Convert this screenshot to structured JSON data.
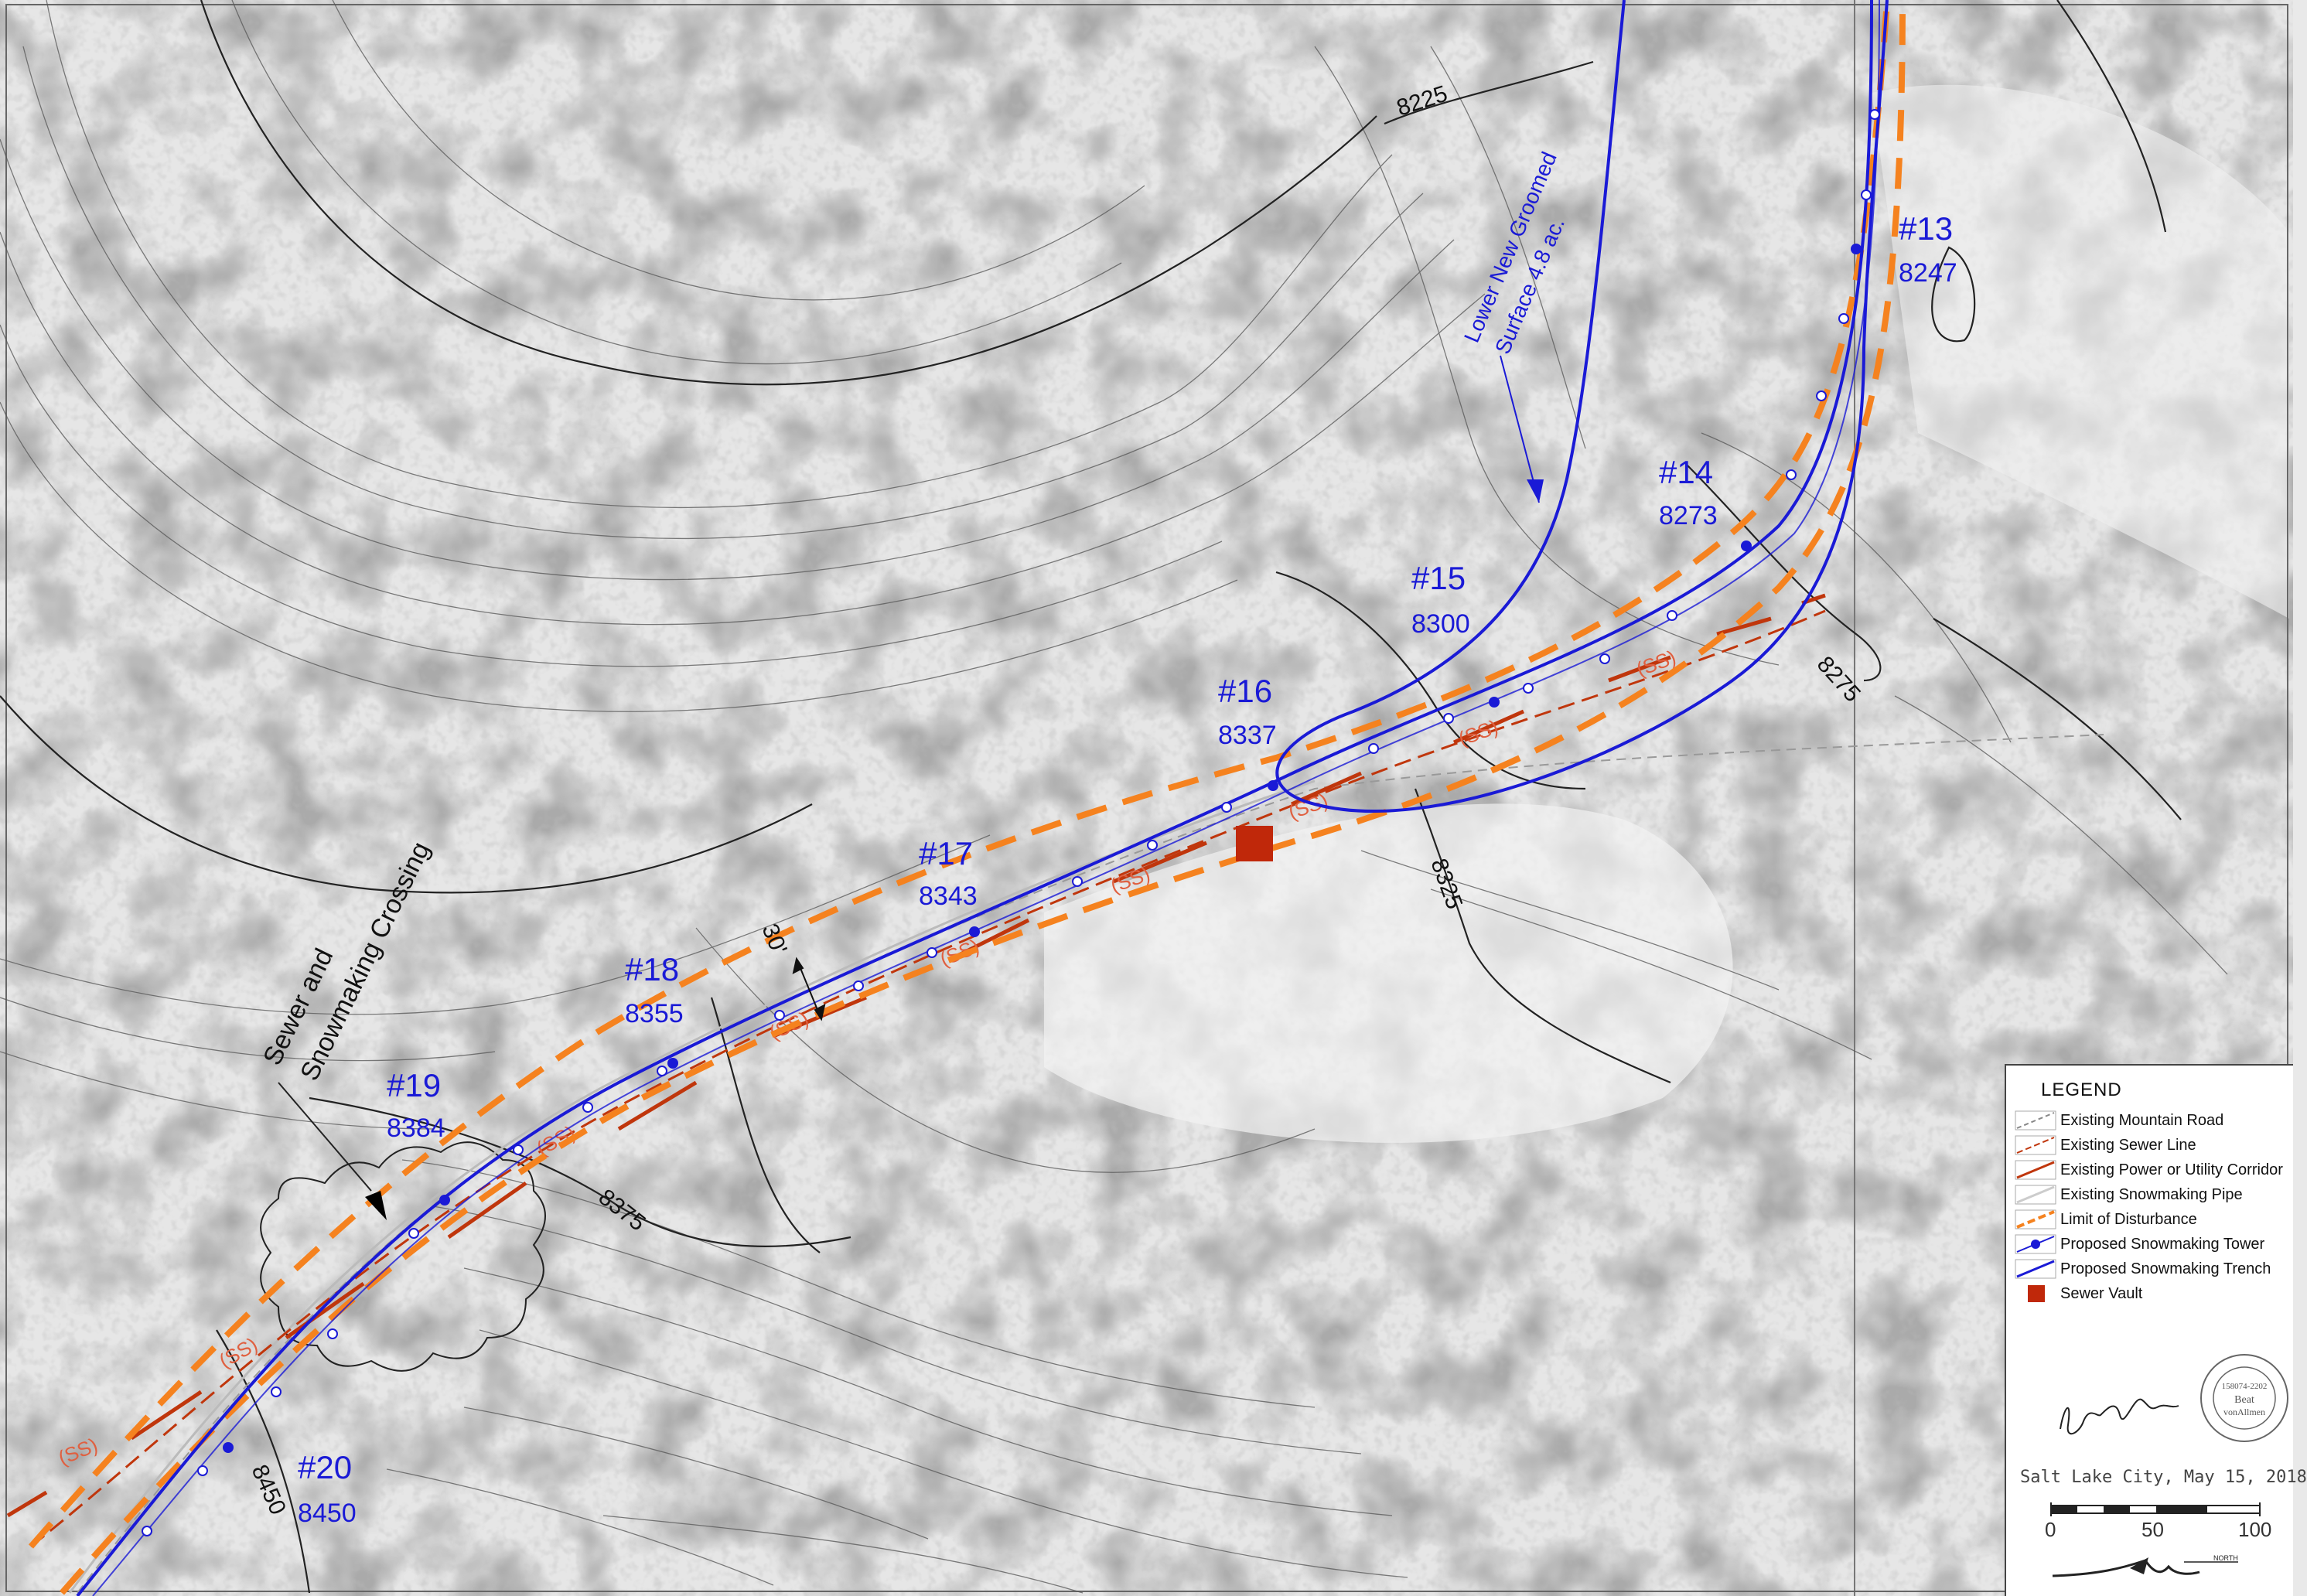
{
  "towers": [
    {
      "id": "#13",
      "elev": "8247"
    },
    {
      "id": "#14",
      "elev": "8273"
    },
    {
      "id": "#15",
      "elev": "8300"
    },
    {
      "id": "#16",
      "elev": "8337"
    },
    {
      "id": "#17",
      "elev": "8343"
    },
    {
      "id": "#18",
      "elev": "8355"
    },
    {
      "id": "#19",
      "elev": "8384"
    },
    {
      "id": "#20",
      "elev": "8450"
    }
  ],
  "contours": [
    "8225",
    "8275",
    "8325",
    "8375",
    "8450"
  ],
  "callouts": {
    "groomed_line1": "Lower New Groomed",
    "groomed_line2": "Surface 4.8 ac.",
    "crossing_line1": "Sewer and",
    "crossing_line2": "Snowmaking Crossing",
    "width": "30'",
    "sewer_tag": "(SS)"
  },
  "legend": {
    "title": "LEGEND",
    "items": [
      "Existing Mountain Road",
      "Existing Sewer Line",
      "Existing Power or Utility Corridor",
      "Existing Snowmaking Pipe",
      "Limit of Disturbance",
      "Proposed Snowmaking Tower",
      "Proposed Snowmaking Trench",
      "Sewer Vault"
    ]
  },
  "seal": {
    "number": "158074-2202",
    "name_line1": "Beat",
    "name_line2": "vonAllmen"
  },
  "location_date": "Salt Lake City, May 15, 2018",
  "scale": {
    "labels": [
      "0",
      "50",
      "100"
    ]
  },
  "north_label": "NORTH",
  "colors": {
    "trench": "#1a1ad6",
    "disturbance": "#f5821f",
    "sewer": "#c0360c",
    "vault": "#c0280a",
    "contour": "#222222"
  }
}
